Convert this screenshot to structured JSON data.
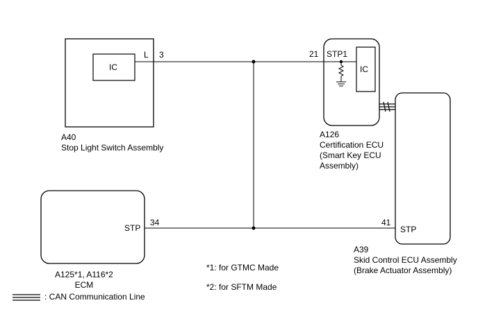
{
  "components": {
    "stop_light_switch": {
      "id": "A40",
      "name": "Stop Light Switch Assembly",
      "inner_block": "IC",
      "pin_name": "L",
      "pin_number": "3"
    },
    "certification_ecu": {
      "id": "A126",
      "name_lines": [
        "Certification ECU",
        "(Smart Key ECU",
        "Assembly)"
      ],
      "inner_block": "IC",
      "pin_name": "STP1",
      "pin_number": "21"
    },
    "ecm": {
      "id": "A125*1, A116*2",
      "name": "ECM",
      "pin_name": "STP",
      "pin_number": "34"
    },
    "skid_control_ecu": {
      "id": "A39",
      "name_lines": [
        "Skid Control ECU Assembly",
        "(Brake Actuator Assembly)"
      ],
      "pin_name": "STP",
      "pin_number": "41"
    }
  },
  "notes": [
    "*1: for GTMC Made",
    "*2: for SFTM Made"
  ],
  "legend": {
    "can_line_label": ": CAN Communication Line"
  }
}
